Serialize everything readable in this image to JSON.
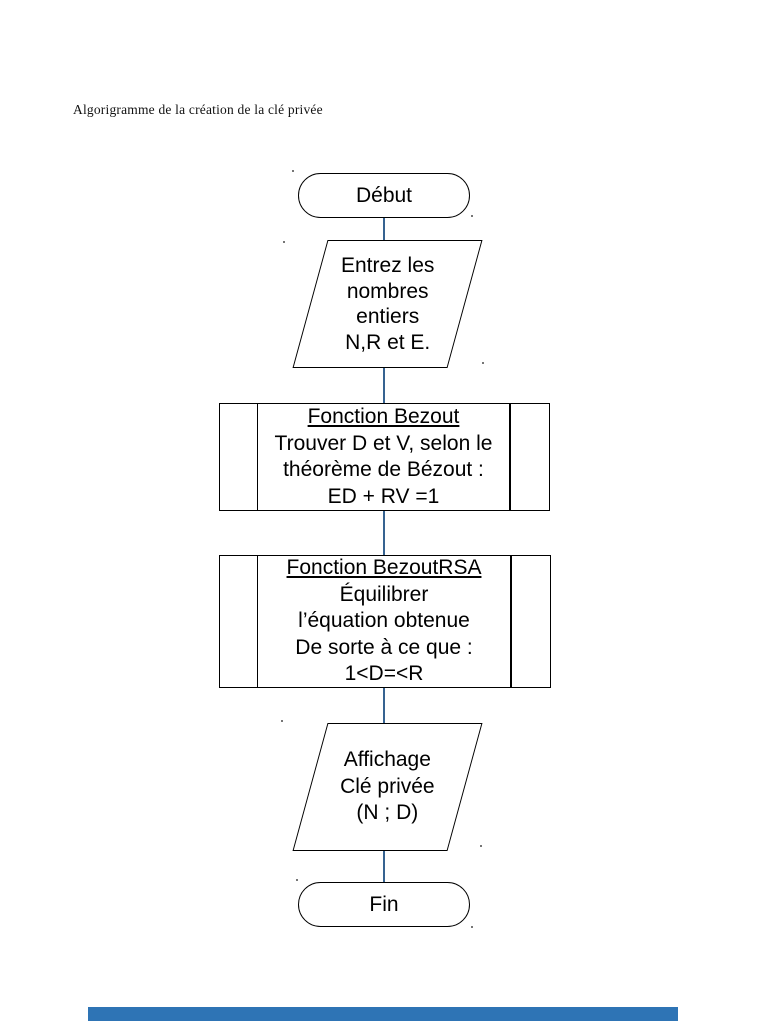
{
  "colors": {
    "connector_line": "#366391",
    "footer_bar": "#2e74b5",
    "shape_border": "#000000",
    "shape_fill": "#ffffff",
    "text": "#000000"
  },
  "document": {
    "title": "Algorigramme de la création de la clé privée"
  },
  "flowchart": {
    "start_terminator": {
      "label": "Début"
    },
    "input_parallelogram": {
      "lines": [
        "Entrez les",
        "nombres",
        "entiers",
        "N,R et E."
      ]
    },
    "bezout_process": {
      "title": "Fonction Bezout",
      "lines": [
        "Trouver D et V, selon le",
        "théorème de Bézout :",
        "ED + RV =1"
      ]
    },
    "bezout_rsa_process": {
      "title": "Fonction BezoutRSA",
      "lines": [
        "Équilibrer",
        "l’équation obtenue",
        "De sorte à ce que :",
        "1<D=<R"
      ]
    },
    "output_parallelogram": {
      "lines": [
        "Affichage",
        "Clé privée",
        "(N ; D)"
      ]
    },
    "end_terminator": {
      "label": "Fin"
    }
  }
}
